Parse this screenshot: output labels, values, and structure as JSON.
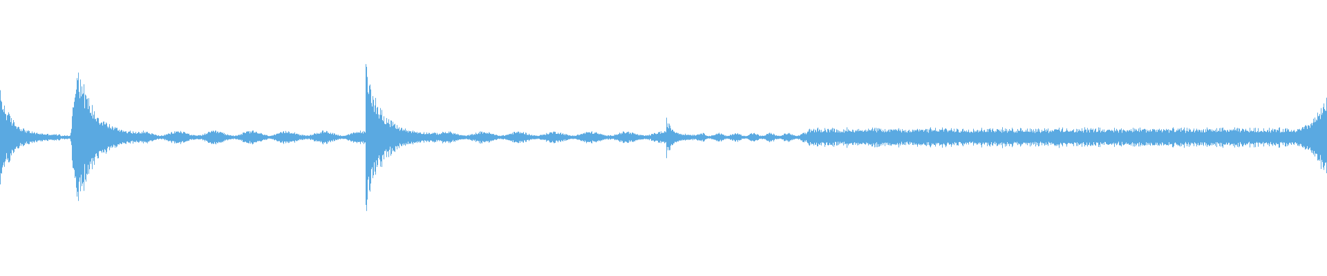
{
  "waveform": {
    "color": "#5aa9e1",
    "background": "#ffffff",
    "duration_fraction_segments": [
      {
        "name": "decay-start",
        "start": 0.0,
        "end": 0.045,
        "peak": 0.35,
        "floor": 0.02,
        "shape": "decay"
      },
      {
        "name": "quiet-1",
        "start": 0.045,
        "end": 0.053,
        "peak": 0.02,
        "floor": 0.015,
        "shape": "flat"
      },
      {
        "name": "transient-1",
        "start": 0.053,
        "end": 0.1,
        "peak": 0.6,
        "floor": 0.03,
        "shape": "burst"
      },
      {
        "name": "tail-1",
        "start": 0.1,
        "end": 0.275,
        "peak": 0.05,
        "floor": 0.015,
        "shape": "ripple"
      },
      {
        "name": "transient-2",
        "start": 0.275,
        "end": 0.33,
        "peak": 0.58,
        "floor": 0.03,
        "shape": "decay"
      },
      {
        "name": "tail-2",
        "start": 0.33,
        "end": 0.502,
        "peak": 0.045,
        "floor": 0.015,
        "shape": "ripple"
      },
      {
        "name": "transient-3",
        "start": 0.502,
        "end": 0.525,
        "peak": 0.15,
        "floor": 0.02,
        "shape": "decay"
      },
      {
        "name": "tail-3",
        "start": 0.525,
        "end": 0.608,
        "peak": 0.035,
        "floor": 0.012,
        "shape": "ripple"
      },
      {
        "name": "dense-body",
        "start": 0.608,
        "end": 0.975,
        "peak": 0.075,
        "floor": 0.055,
        "shape": "noise"
      },
      {
        "name": "end-burst",
        "start": 0.975,
        "end": 1.0,
        "peak": 0.3,
        "floor": 0.06,
        "shape": "burst-end"
      }
    ]
  }
}
